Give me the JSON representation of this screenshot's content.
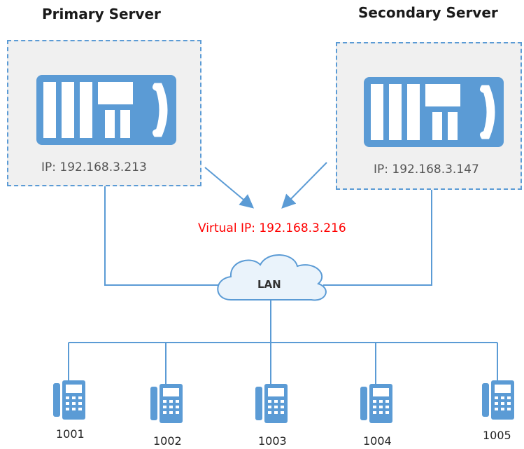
{
  "primary": {
    "title": "Primary Server",
    "ip": "IP: 192.168.3.213"
  },
  "secondary": {
    "title": "Secondary Server",
    "ip": "IP: 192.168.3.147"
  },
  "virtual_ip": "Virtual IP: 192.168.3.216",
  "lan_label": "LAN",
  "extensions": [
    "1001",
    "1002",
    "1003",
    "1004",
    "1005"
  ],
  "colors": {
    "accent": "#5b9bd5",
    "line": "#5b9bd5",
    "virtual_ip": "#ff0000",
    "box_bg": "#f0f0f0"
  }
}
